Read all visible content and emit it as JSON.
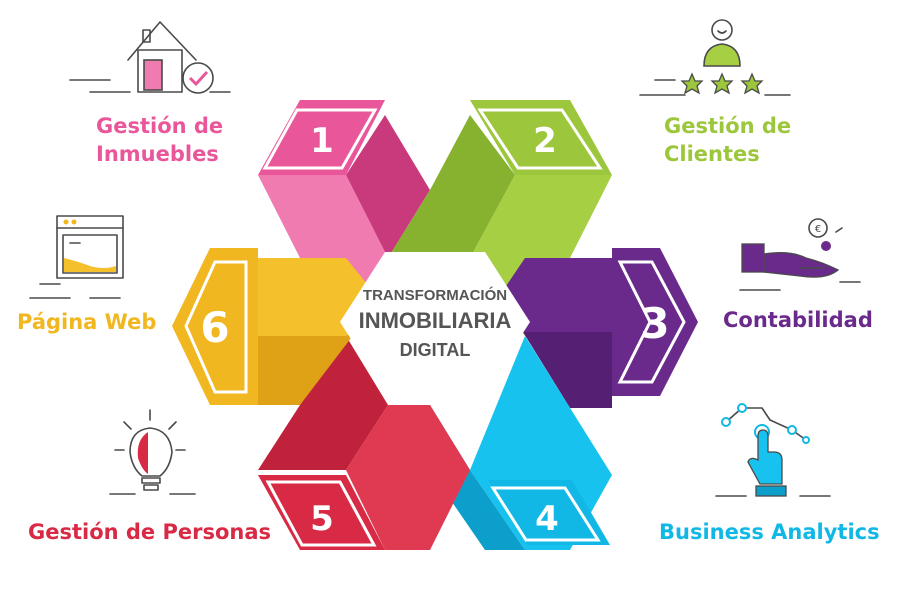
{
  "center": {
    "line1": "TRANSFORMACIÓN",
    "line2": "INMOBILIARIA",
    "line3": "DIGITAL"
  },
  "modules": [
    {
      "number": "1",
      "title_line1": "Gestión de",
      "title_line2": "Inmuebles",
      "color": "#e9579a",
      "icon": "house-check-icon"
    },
    {
      "number": "2",
      "title_line1": "Gestión de",
      "title_line2": "Clientes",
      "color": "#9cc63b",
      "icon": "client-rating-icon"
    },
    {
      "number": "3",
      "title_line1": "Contabilidad",
      "title_line2": "",
      "color": "#6a2a8b",
      "icon": "hand-coins-icon"
    },
    {
      "number": "4",
      "title_line1": "Business Analytics",
      "title_line2": "",
      "color": "#11b8e6",
      "icon": "touch-network-icon"
    },
    {
      "number": "5",
      "title_line1": "Gestión de Personas",
      "title_line2": "",
      "color": "#d92a45",
      "icon": "lightbulb-icon"
    },
    {
      "number": "6",
      "title_line1": "Página Web",
      "title_line2": "",
      "color": "#f1b720",
      "icon": "browser-window-icon"
    }
  ]
}
